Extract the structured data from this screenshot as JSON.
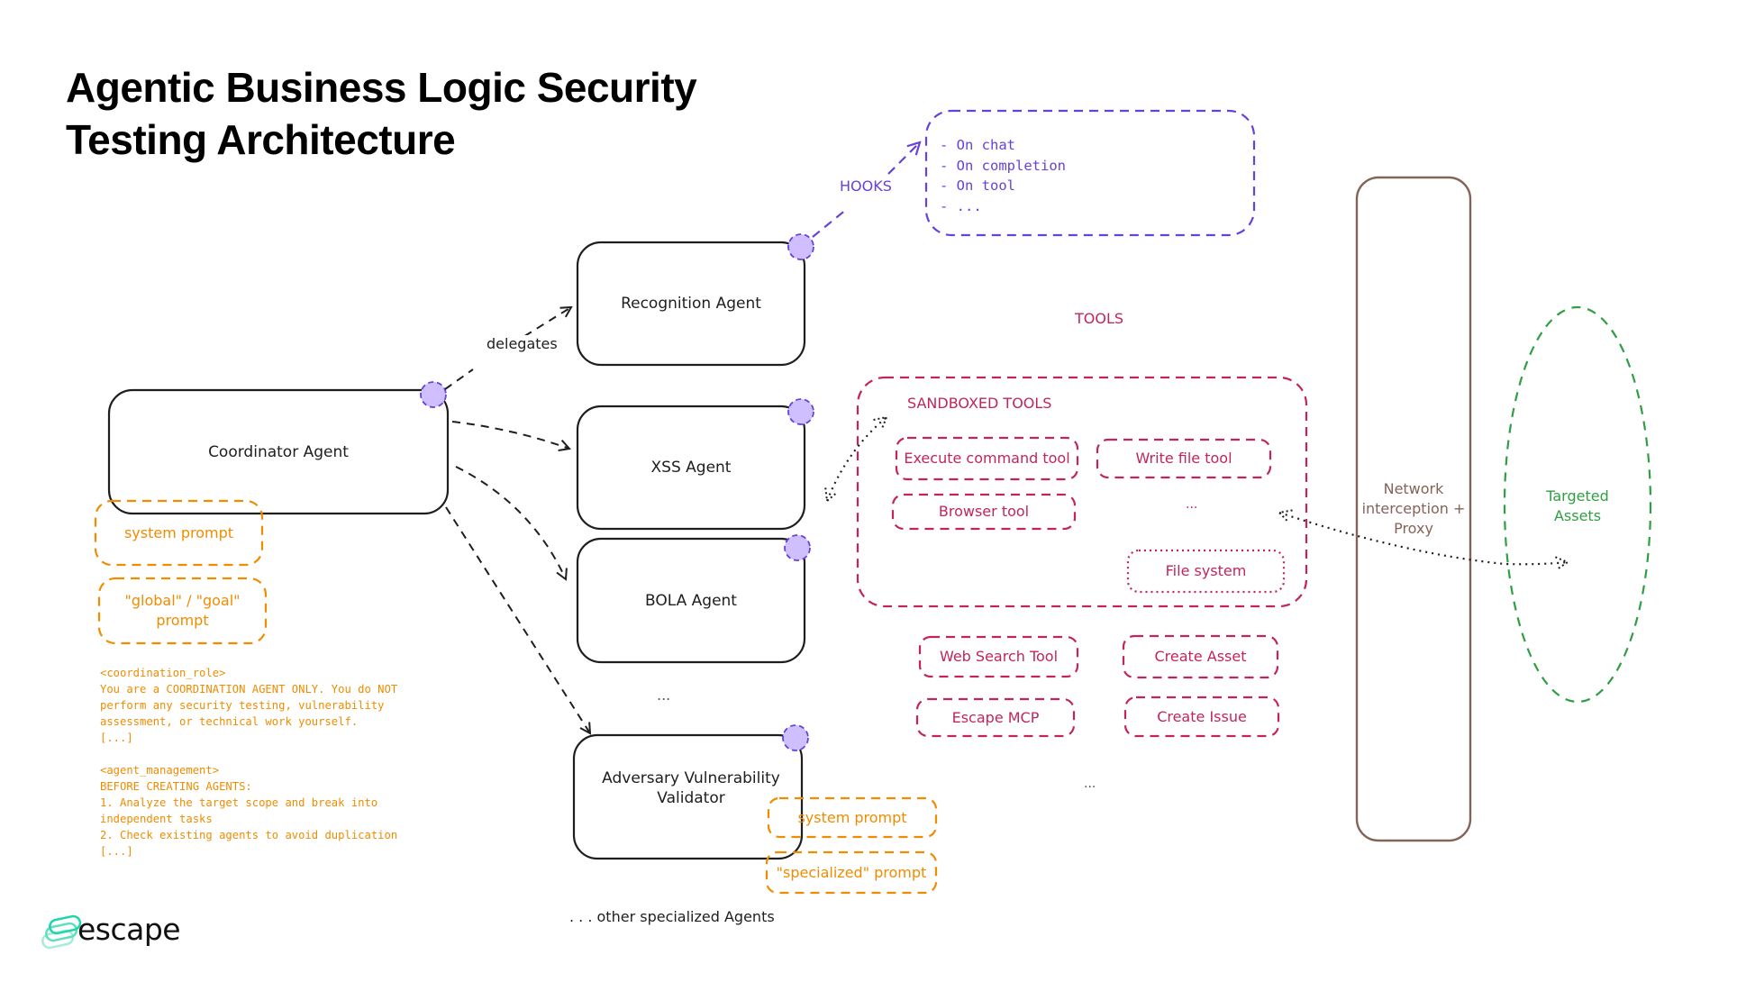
{
  "title": {
    "line1": "Agentic Business Logic Security",
    "line2": "Testing Architecture"
  },
  "colors": {
    "agent_stroke": "#1e1e1e",
    "hook_purple": "#6741d9",
    "hook_fill": "#d0bfff",
    "prompt_orange": "#f08c00",
    "tool_pink": "#c2255c",
    "proxy_brown": "#846358",
    "asset_green": "#2f9e44"
  },
  "coordinator": {
    "label": "Coordinator Agent",
    "system_prompt": "system prompt",
    "goal_prompt_line1": "\"global\" / \"goal\"",
    "goal_prompt_line2": "prompt",
    "prompt_excerpt": "<coordination_role>\nYou are a COORDINATION AGENT ONLY. You do NOT\nperform any security testing, vulnerability\nassessment, or technical work yourself.\n[...]\n\n<agent_management>\nBEFORE CREATING AGENTS:\n1. Analyze the target scope and break into\nindependent tasks\n2. Check existing agents to avoid duplication\n[...]"
  },
  "edges": {
    "delegates_label": "delegates",
    "hooks_label": "HOOKS"
  },
  "agents": [
    {
      "label": "Recognition Agent"
    },
    {
      "label": "XSS Agent"
    },
    {
      "label": "BOLA Agent"
    },
    {
      "label": "Adversary Vulnerability Validator"
    }
  ],
  "agents_ellipsis": "...",
  "validator_prompts": {
    "system_prompt": "system prompt",
    "specialized_prompt": "\"specialized\" prompt"
  },
  "other_agents_label": ". . . other specialized Agents",
  "hooks": {
    "items": "- On chat\n- On completion\n- On tool\n- ..."
  },
  "tools": {
    "section_label": "TOOLS",
    "sandbox_label": "SANDBOXED TOOLS",
    "sandboxed": [
      {
        "label": "Execute command tool"
      },
      {
        "label": "Write file tool"
      },
      {
        "label": "Browser tool"
      },
      {
        "label": "File system"
      }
    ],
    "sandbox_ellipsis": "...",
    "external": [
      {
        "label": "Web Search Tool"
      },
      {
        "label": "Create Asset"
      },
      {
        "label": "Escape MCP"
      },
      {
        "label": "Create Issue"
      }
    ],
    "external_ellipsis": "..."
  },
  "proxy": {
    "label": "Network interception + Proxy"
  },
  "targets": {
    "label": "Targeted Assets"
  },
  "brand": {
    "name": "escape"
  }
}
